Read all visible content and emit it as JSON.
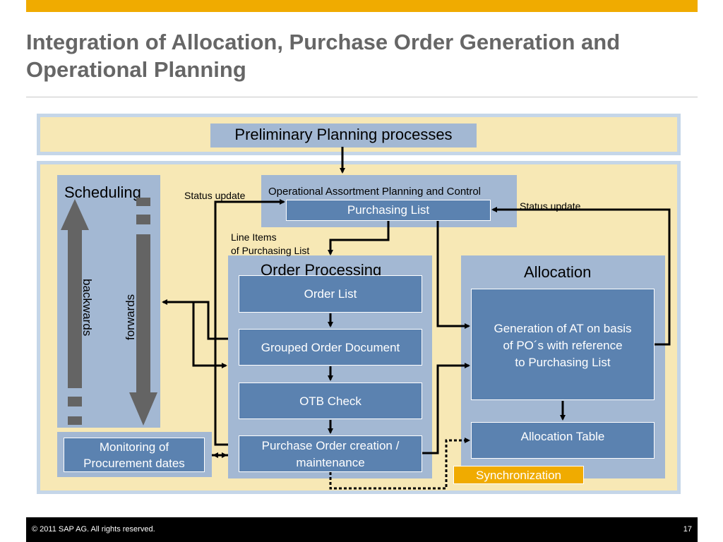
{
  "slide": {
    "title_line1": "Integration of Allocation, Purchase Order Generation and",
    "title_line2": "Operational Planning",
    "copyright": "© 2011 SAP AG. All rights reserved.",
    "page_number": "17"
  },
  "diagram": {
    "preliminary": "Preliminary Planning processes",
    "scheduling": {
      "title": "Scheduling",
      "backwards": "backwards",
      "forwards": "forwards"
    },
    "monitoring": {
      "line1": "Monitoring of",
      "line2": "Procurement dates"
    },
    "opa": {
      "title": "Operational Assortment Planning and Control",
      "purchasing_list": "Purchasing List"
    },
    "status_update_left": "Status update",
    "status_update_right": "Status update",
    "line_items": {
      "line1": "Line Items",
      "line2": "of Purchasing List"
    },
    "order_processing": {
      "title": "Order Processing",
      "order_list": "Order List",
      "grouped": "Grouped Order Document",
      "otb": "OTB Check",
      "po_line1": "Purchase Order creation /",
      "po_line2": "maintenance"
    },
    "allocation": {
      "title": "Allocation",
      "gen_line1": "Generation of AT on basis",
      "gen_line2": "of PO´s with reference",
      "gen_line3": "to Purchasing List",
      "table": "Allocation Table"
    },
    "synchronization": "Synchronization"
  },
  "colors": {
    "accent": "#f0ab00",
    "box_blue": "#5b82b0",
    "panel_blue": "#a3b8d3",
    "cream": "#f7e8b5"
  }
}
